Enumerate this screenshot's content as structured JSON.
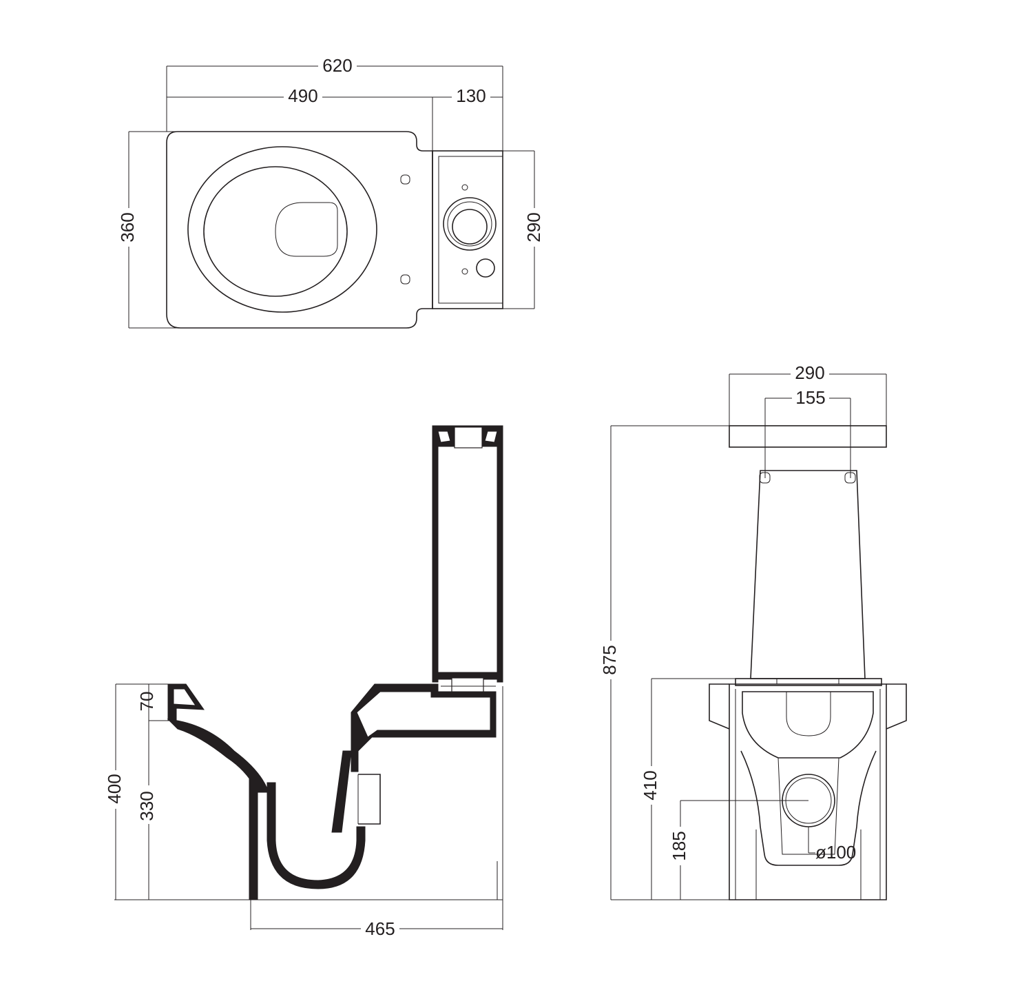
{
  "colors": {
    "ink": "#231f20",
    "background": "#ffffff"
  },
  "top_view": {
    "overall_length": "620",
    "bowl_length": "490",
    "cistern_depth": "130",
    "bowl_width": "360",
    "cistern_width": "290"
  },
  "side_view": {
    "rim_height_step": "70",
    "outlet_height": "330",
    "total_height": "400",
    "projection": "465"
  },
  "front_view": {
    "cistern_width": "290",
    "fixing_centres": "155",
    "overall_height": "875",
    "pan_height": "410",
    "outlet_centre_height": "185",
    "outlet_diameter": "ø100"
  }
}
